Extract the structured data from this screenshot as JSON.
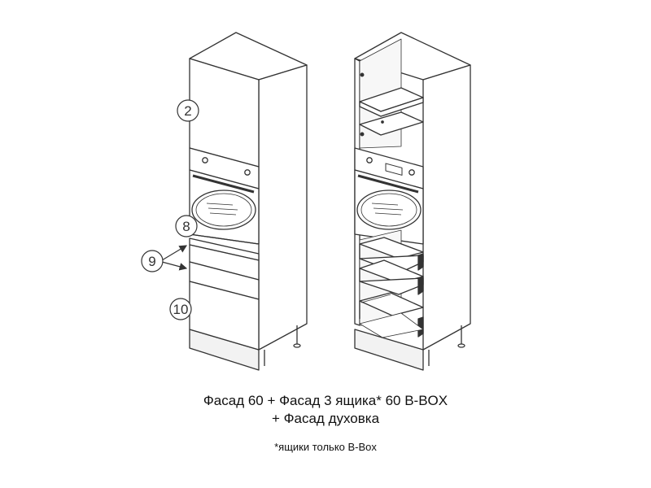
{
  "callouts": {
    "c2": "2",
    "c8": "8",
    "c9": "9",
    "c10": "10"
  },
  "caption": {
    "line1": "Фасад 60 + Фасад 3 ящика* 60 B-BOX",
    "line2": "+ Фасад духовка",
    "note": "*ящики только B-Box"
  },
  "colors": {
    "stroke": "#333333",
    "plinth": "#f2f2f2",
    "interior": "#f7f7f7"
  }
}
